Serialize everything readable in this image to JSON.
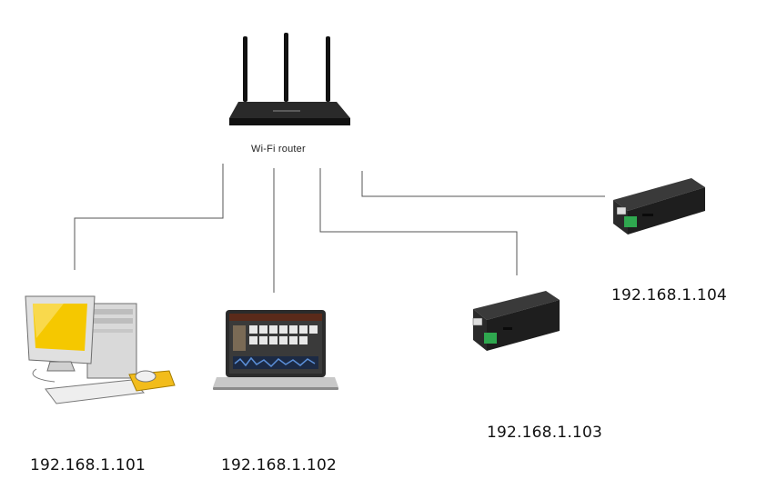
{
  "router": {
    "label": "Wi-Fi router"
  },
  "devices": [
    {
      "kind": "desktop-pc",
      "ip": "192.168.1.101"
    },
    {
      "kind": "laptop",
      "ip": "192.168.1.102"
    },
    {
      "kind": "controller",
      "ip": "192.168.1.103"
    },
    {
      "kind": "controller",
      "ip": "192.168.1.104"
    }
  ],
  "colors": {
    "line": "#555555",
    "router_body": "#1a1a1a",
    "monitor_yellow": "#f5c800",
    "controller_body": "#1e1e1e",
    "terminal_green": "#2fa84f"
  }
}
